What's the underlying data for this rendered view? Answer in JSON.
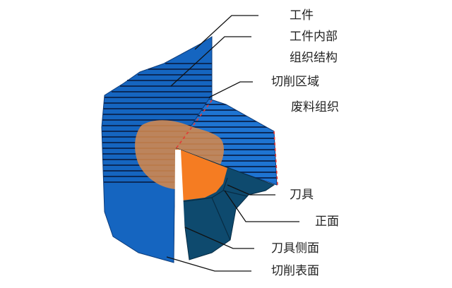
{
  "labels": {
    "workpiece": "工件",
    "inner_structure_line1": "工件内部",
    "inner_structure_line2": "组织结构",
    "cutting_zone": "切削区域",
    "waste_structure": "废料组织",
    "tool": "刀具",
    "rake_face": "正面",
    "tool_flank": "刀具侧面",
    "cut_surface": "切削表面"
  },
  "colors": {
    "workpiece": "#1565c0",
    "workpiece_light": "#1e74d2",
    "stripes": "#0b2a5a",
    "tool": "#0e4a6e",
    "tool_front": "#f57c22",
    "cutting_zone": "#d98a4a",
    "leader": "#111111",
    "dashed": "#e53935"
  }
}
